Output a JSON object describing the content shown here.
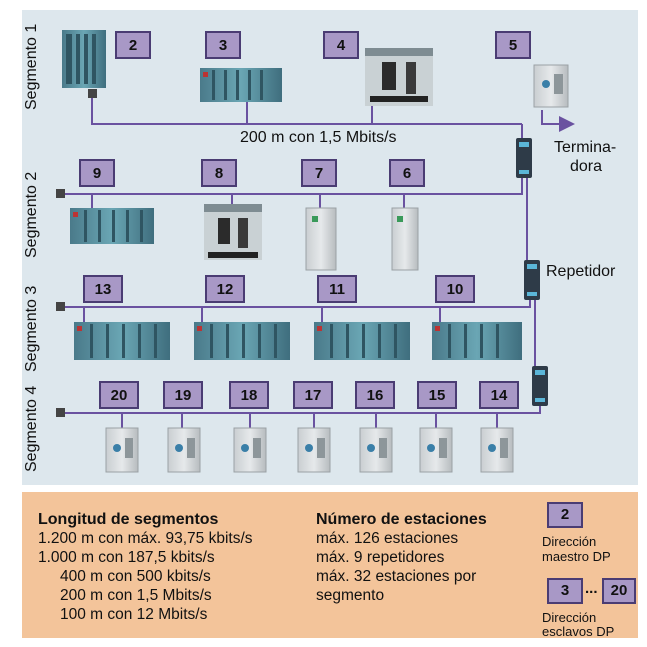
{
  "segments": {
    "s1": "Segmento 1",
    "s2": "Segmento 2",
    "s3": "Segmento 3",
    "s4": "Segmento 4"
  },
  "stations": {
    "n2": "2",
    "n3": "3",
    "n4": "4",
    "n5": "5",
    "n6": "6",
    "n7": "7",
    "n8": "8",
    "n9": "9",
    "n10": "10",
    "n11": "11",
    "n12": "12",
    "n13": "13",
    "n14": "14",
    "n15": "15",
    "n16": "16",
    "n17": "17",
    "n18": "18",
    "n19": "19",
    "n20": "20"
  },
  "annotations": {
    "speed": "200 m con 1,5 Mbits/s",
    "terminator_1": "Termina-",
    "terminator_2": "dora",
    "repeater": "Repetidor"
  },
  "legend": {
    "length_title": "Longitud de segmentos",
    "lengths": [
      "1.200 m con máx. 93,75 kbits/s",
      "1.000 m con 187,5 kbits/s",
      "400 m con 500 kbits/s",
      "200 m con 1,5 Mbits/s",
      "100 m con 12 Mbits/s"
    ],
    "stations_title": "Número de estaciones",
    "stations": [
      "máx. 126 estaciones",
      "máx. 9 repetidores",
      "máx. 32 estaciones por",
      "segmento"
    ],
    "master_badge": "2",
    "master_caption_1": "Dirección",
    "master_caption_2": "maestro DP",
    "slave_badge_from": "3",
    "slave_dots": "...",
    "slave_badge_to": "20",
    "slave_caption_1": "Dirección",
    "slave_caption_2": "esclavos DP"
  },
  "colors": {
    "diagram_bg": "#dde7ed",
    "legend_bg": "#f3c49a",
    "badge_fill": "#a898c6",
    "badge_border": "#4a3c73",
    "bus_line": "#6a52a0"
  }
}
